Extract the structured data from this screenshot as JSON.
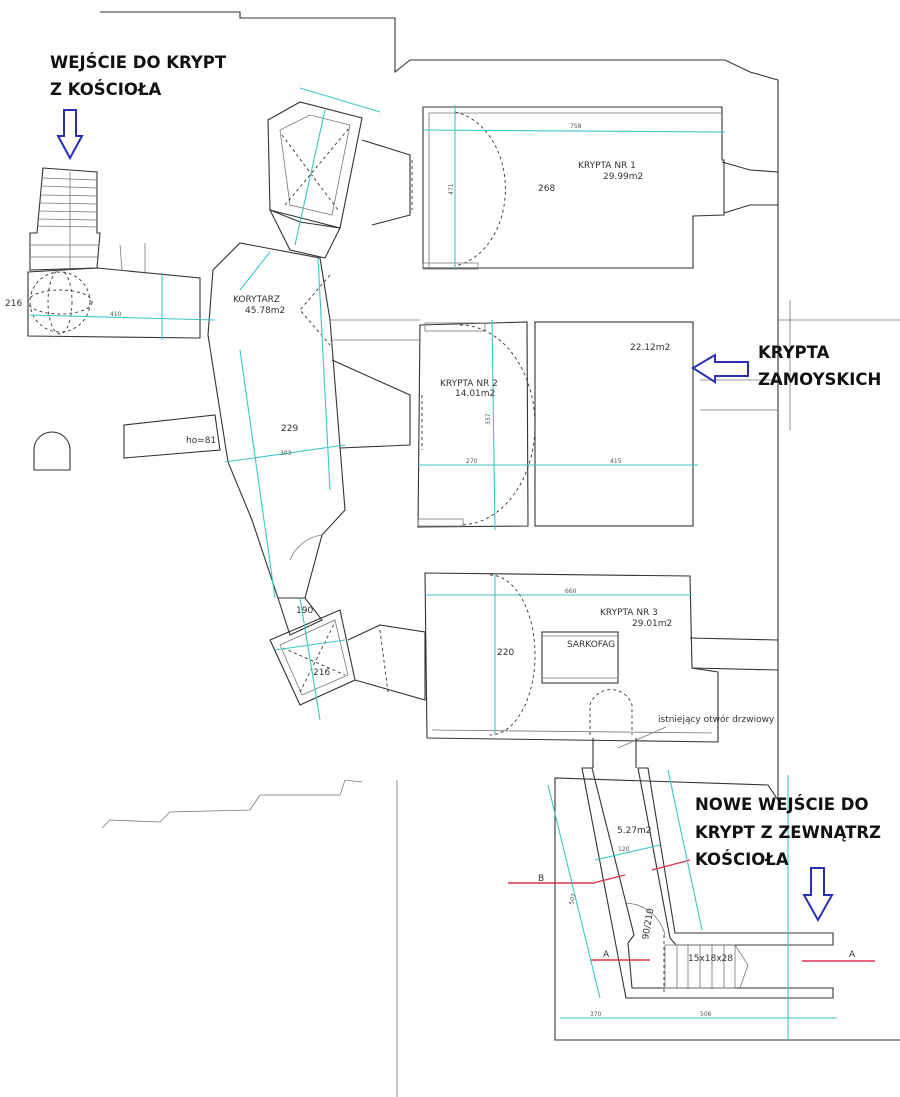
{
  "annotations": {
    "church_entrance": [
      "WEJŚCIE DO KRYPT",
      "Z KOŚCIOŁA"
    ],
    "zamoyski_crypt": [
      "KRYPTA",
      "ZAMOYSKICH"
    ],
    "new_entrance": [
      "NOWE WEJŚCIE DO",
      "KRYPT Z ZEWNĄTRZ",
      "KOŚCIOŁA"
    ],
    "arrow_color": "#2a30b0"
  },
  "rooms": {
    "crypt1": {
      "name": "KRYPTA  NR  1",
      "area": "29.99m2",
      "height": "268"
    },
    "corridor": {
      "name": "KORYTARZ",
      "area": "45.78m2",
      "height": "229"
    },
    "crypt2": {
      "name": "KRYPTA  NR  2",
      "area": "14.01m2"
    },
    "zamoyski": {
      "area": "22.12m2"
    },
    "crypt3": {
      "name": "KRYPTA  NR  3",
      "area": "29.01m2",
      "height": "220",
      "sarcophagus": "SARKOFAG"
    },
    "entrance": {
      "area": "5.27m2",
      "stairs": "15x18x28",
      "door": "90/210"
    }
  },
  "labels": {
    "left_height": "216",
    "ho": "ho=81",
    "vestibule_width": "190",
    "vestibule_height": "216",
    "existing_door": "istniejący  otwór  drzwiowy",
    "section_b": "B",
    "section_a_left": "A",
    "section_a_right": "A"
  },
  "dimensions": {
    "crypt1_width": "758",
    "crypt1_depth": "471",
    "crypt2_width": "270",
    "zamoyski_width": "415",
    "crypt2_depth": "337",
    "crypt3_width": "660",
    "corridor_width": "303",
    "left_passage": "410",
    "bottom_left": "370",
    "bottom_right": "506",
    "entrance_width": "120",
    "entrance_length": "507"
  },
  "colors": {
    "dimension_lines": "#3cc6c8",
    "section_lines": "#d8324c"
  }
}
